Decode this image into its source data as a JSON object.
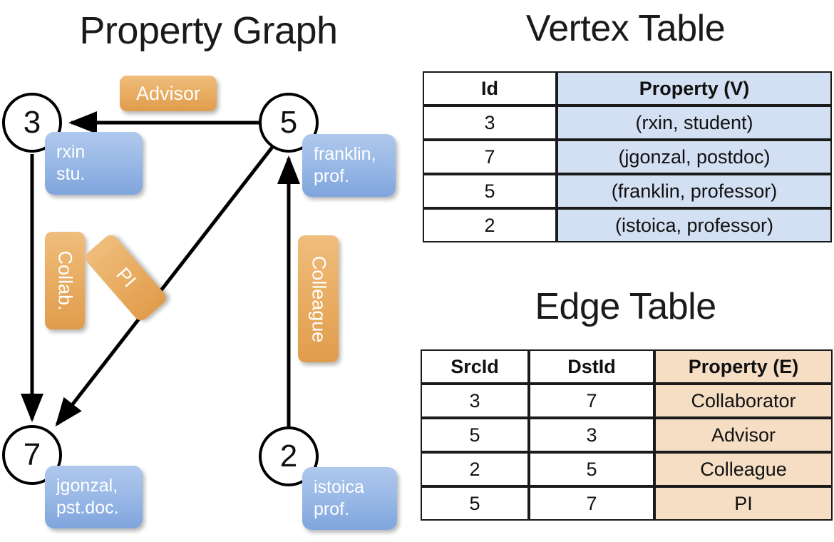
{
  "titles": {
    "property_graph": "Property Graph",
    "vertex_table": "Vertex Table",
    "edge_table": "Edge Table"
  },
  "graph": {
    "nodes": [
      {
        "id": "3",
        "property_line1": "rxin",
        "property_line2": "stu."
      },
      {
        "id": "5",
        "property_line1": "franklin,",
        "property_line2": "prof."
      },
      {
        "id": "7",
        "property_line1": "jgonzal,",
        "property_line2": "pst.doc."
      },
      {
        "id": "2",
        "property_line1": "istoica",
        "property_line2": "prof."
      }
    ],
    "edge_labels": [
      {
        "name": "advisor",
        "text": "Advisor"
      },
      {
        "name": "collab",
        "text": "Collab."
      },
      {
        "name": "pi",
        "text": "PI"
      },
      {
        "name": "colleague",
        "text": "Colleague"
      }
    ]
  },
  "vertex_table": {
    "headers": [
      "Id",
      "Property (V)"
    ],
    "rows": [
      {
        "id": "3",
        "property": "(rxin, student)"
      },
      {
        "id": "7",
        "property": "(jgonzal, postdoc)"
      },
      {
        "id": "5",
        "property": "(franklin, professor)"
      },
      {
        "id": "2",
        "property": "(istoica, professor)"
      }
    ]
  },
  "edge_table": {
    "headers": [
      "SrcId",
      "DstId",
      "Property (E)"
    ],
    "rows": [
      {
        "src": "3",
        "dst": "7",
        "property": "Collaborator"
      },
      {
        "src": "5",
        "dst": "3",
        "property": "Advisor"
      },
      {
        "src": "2",
        "dst": "5",
        "property": "Colleague"
      },
      {
        "src": "5",
        "dst": "7",
        "property": "PI"
      }
    ]
  },
  "colors": {
    "vertex_property_fill": "#d3dff2",
    "edge_property_fill": "#f5dec4",
    "node_property_box": "#9bbae7",
    "edge_label_box": "#eab067",
    "stroke": "#1a1a1a"
  }
}
